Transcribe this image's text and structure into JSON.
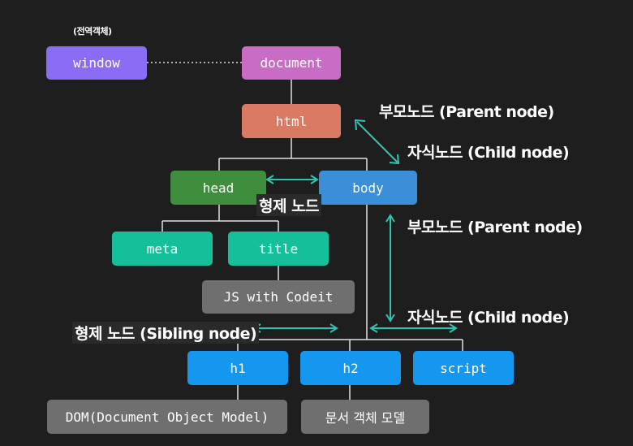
{
  "colors": {
    "window": "#8a6cf5",
    "document": "#c86cc6",
    "html": "#d97a63",
    "head": "#3e8e3e",
    "body": "#3a8fd8",
    "meta": "#14c09a",
    "title": "#14c09a",
    "text": "#6f6f6f",
    "h": "#1597f0",
    "arrow": "#2ec4b0",
    "line": "#e0e0e0"
  },
  "nodes": {
    "window": "window",
    "document": "document",
    "html": "html",
    "head": "head",
    "body": "body",
    "meta": "meta",
    "title": "title",
    "js": "JS with Codeit",
    "h1": "h1",
    "h2": "h2",
    "script": "script",
    "dom": "DOM(Document Object Model)",
    "dom_ko": "문서 객체 모델"
  },
  "labels": {
    "global": "(전역객체)",
    "parent1": "부모노드 (Parent node)",
    "child1": "자식노드 (Child node)",
    "sibling1": "형제 노드",
    "parent2": "부모노드 (Parent node)",
    "child2": "자식노드 (Child node)",
    "sibling2": "형제 노드 (Sibling node)"
  }
}
